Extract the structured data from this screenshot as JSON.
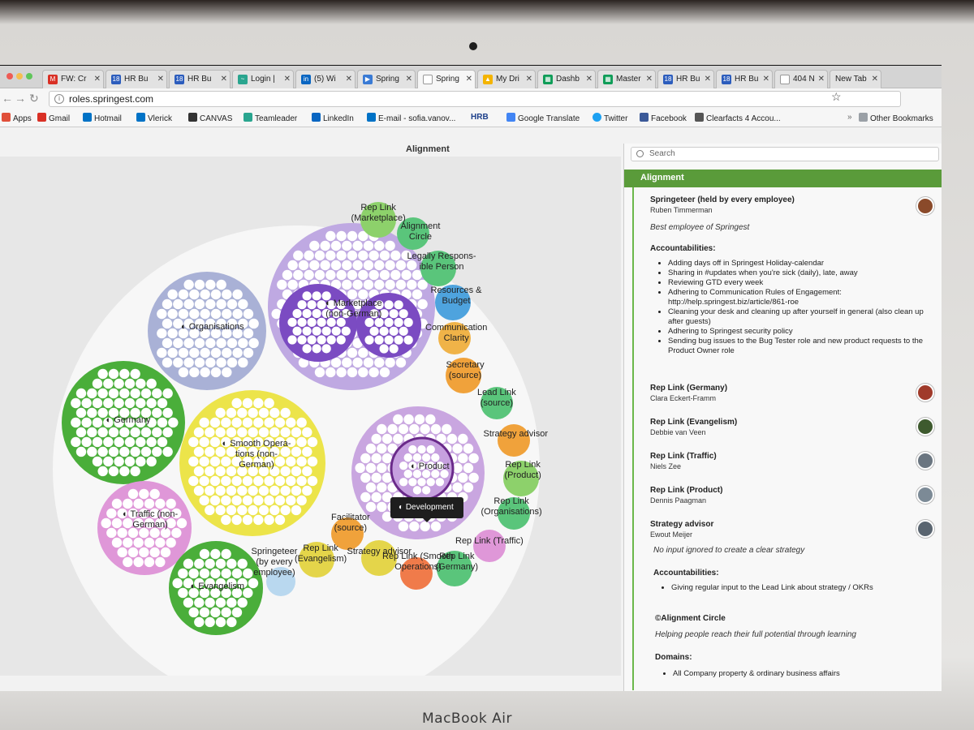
{
  "tabs": [
    {
      "label": "FW: Cr",
      "icon": "gmail-icon",
      "color": "#d93025"
    },
    {
      "label": "HR Bu",
      "icon": "calendar-icon",
      "color": "#2c5dbd"
    },
    {
      "label": "HR Bu",
      "icon": "calendar-icon",
      "color": "#2c5dbd"
    },
    {
      "label": "Login |",
      "icon": "teamleader-icon",
      "color": "#2aa58f"
    },
    {
      "label": "(5) Wi",
      "icon": "linkedin-icon",
      "color": "#0a66c2"
    },
    {
      "label": "Spring",
      "icon": "springest-icon",
      "color": "#3a7bd5"
    },
    {
      "label": "Spring",
      "icon": "page-icon",
      "color": "#8a8a8a"
    },
    {
      "label": "My Dri",
      "icon": "drive-icon",
      "color": "#f4b400"
    },
    {
      "label": "Dashb",
      "icon": "sheets-icon",
      "color": "#0f9d58"
    },
    {
      "label": "Master",
      "icon": "sheets-icon",
      "color": "#0f9d58"
    },
    {
      "label": "HR Bu",
      "icon": "calendar-icon",
      "color": "#2c5dbd"
    },
    {
      "label": "HR Bu",
      "icon": "calendar-icon",
      "color": "#2c5dbd"
    },
    {
      "label": "404 N",
      "icon": "page-icon",
      "color": "#8a8a8a"
    },
    {
      "label": "New Tab",
      "icon": "",
      "color": ""
    }
  ],
  "address": {
    "url": "roles.springest.com"
  },
  "bookmarks": [
    {
      "label": "Apps",
      "color": "#e04f3a"
    },
    {
      "label": "Gmail",
      "color": "#d93025"
    },
    {
      "label": "Hotmail",
      "color": "#0072c6"
    },
    {
      "label": "Vlerick",
      "color": "#0072c6"
    },
    {
      "label": "CANVAS",
      "color": "#333333"
    },
    {
      "label": "Teamleader",
      "color": "#2aa58f"
    },
    {
      "label": "LinkedIn",
      "color": "#0a66c2"
    },
    {
      "label": "E-mail - sofia.vanov...",
      "color": "#0072c6"
    },
    {
      "label": "HRB",
      "color": "#1c3f8a"
    },
    {
      "label": "Google Translate",
      "color": "#4285f4"
    },
    {
      "label": "Twitter",
      "color": "#1da1f2"
    },
    {
      "label": "Facebook",
      "color": "#3b5998"
    },
    {
      "label": "Clearfacts 4 Accou...",
      "color": "#555555"
    }
  ],
  "other_bookmarks": "Other Bookmarks",
  "page_title": "Alignment",
  "tooltip": "Development",
  "circles": {
    "labels": [
      "Rep Link\n(Marketplace)",
      "Alignment\nCircle",
      "Legally Respons-\nible Person",
      "Resources &\nBudget",
      "Communication\nClarity",
      "Secretary\n(source)",
      "Lead Link\n(source)",
      "Strategy advisor",
      "Rep Link\n(Product)",
      "Rep Link\n(Organisations)",
      "Rep Link (Traffic)",
      "Rep Link\n(Germany)",
      "Rep Link (Smooth\nOperations)",
      "Strategy advisor",
      "Facilitator\n(source)",
      "Rep Link\n(Evangelism)",
      "Springeteer\n(by every\nemployee)",
      "Organisations",
      "Marketplace\n(non-German)",
      "Germany",
      "Smooth Opera-\ntions (non-\nGerman)",
      "Traffic (non-\nGerman)",
      "Evangelism",
      "Product"
    ]
  },
  "panel": {
    "search_placeholder": "Search",
    "circle_title": "Alignment",
    "roles": [
      {
        "title": "Springeteer (held by every employee)",
        "holder": "Ruben Timmerman"
      },
      {
        "title": "Rep Link (Germany)",
        "holder": "Clara Eckert-Framm"
      },
      {
        "title": "Rep Link (Evangelism)",
        "holder": "Debbie van Veen"
      },
      {
        "title": "Rep Link (Traffic)",
        "holder": "Niels Zee"
      },
      {
        "title": "Rep Link (Product)",
        "holder": "Dennis Paagman"
      },
      {
        "title": "Strategy advisor",
        "holder": "Ewout Meijer"
      }
    ],
    "springeteer_purpose": "Best employee of Springest",
    "accountabilities_heading": "Accountabilities:",
    "springeteer_accountabilities": [
      "Adding days off in Springest Holiday-calendar",
      "Sharing in #updates when you're sick (daily), late, away",
      "Reviewing GTD every week",
      "Adhering to Communication Rules of Engagement: http://help.springest.biz/article/861-roe",
      "Cleaning your desk and cleaning up after yourself in general (also clean up after guests)",
      "Adhering to Springest security policy",
      "Sending bug issues to the Bug Tester role and new product requests to the Product Owner role"
    ],
    "strategy_purpose": "No input ignored to create a clear strategy",
    "strategy_accountabilities": [
      "Giving regular input to the Lead Link about strategy / OKRs"
    ],
    "alignment_circle_title": "©Alignment Circle",
    "alignment_circle_purpose": "Helping people reach their full potential through learning",
    "domains_heading": "Domains:",
    "domains": [
      "All Company property & ordinary business affairs"
    ]
  },
  "device_label": "MacBook Air"
}
